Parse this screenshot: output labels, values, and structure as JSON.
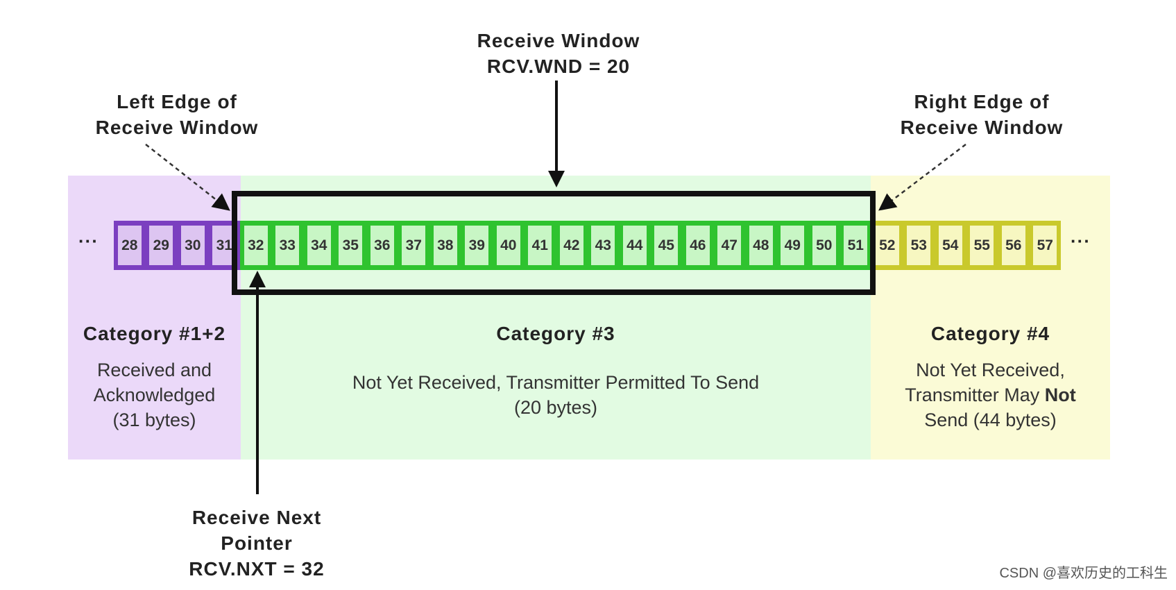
{
  "receive_window": {
    "title": "Receive Window",
    "value": "RCV.WND = 20"
  },
  "left_edge_label": {
    "line1": "Left Edge of",
    "line2": "Receive Window"
  },
  "right_edge_label": {
    "line1": "Right Edge of",
    "line2": "Receive Window"
  },
  "receive_next_pointer": {
    "line1": "Receive Next",
    "line2": "Pointer",
    "line3": "RCV.NXT = 32"
  },
  "ellipsis_left": "···",
  "ellipsis_right": "···",
  "bytes": [
    {
      "n": "28",
      "cat": "c12"
    },
    {
      "n": "29",
      "cat": "c12"
    },
    {
      "n": "30",
      "cat": "c12"
    },
    {
      "n": "31",
      "cat": "c12"
    },
    {
      "n": "32",
      "cat": "c3"
    },
    {
      "n": "33",
      "cat": "c3"
    },
    {
      "n": "34",
      "cat": "c3"
    },
    {
      "n": "35",
      "cat": "c3"
    },
    {
      "n": "36",
      "cat": "c3"
    },
    {
      "n": "37",
      "cat": "c3"
    },
    {
      "n": "38",
      "cat": "c3"
    },
    {
      "n": "39",
      "cat": "c3"
    },
    {
      "n": "40",
      "cat": "c3"
    },
    {
      "n": "41",
      "cat": "c3"
    },
    {
      "n": "42",
      "cat": "c3"
    },
    {
      "n": "43",
      "cat": "c3"
    },
    {
      "n": "44",
      "cat": "c3"
    },
    {
      "n": "45",
      "cat": "c3"
    },
    {
      "n": "46",
      "cat": "c3"
    },
    {
      "n": "47",
      "cat": "c3"
    },
    {
      "n": "48",
      "cat": "c3"
    },
    {
      "n": "49",
      "cat": "c3"
    },
    {
      "n": "50",
      "cat": "c3"
    },
    {
      "n": "51",
      "cat": "c3"
    },
    {
      "n": "52",
      "cat": "c4"
    },
    {
      "n": "53",
      "cat": "c4"
    },
    {
      "n": "54",
      "cat": "c4"
    },
    {
      "n": "55",
      "cat": "c4"
    },
    {
      "n": "56",
      "cat": "c4"
    },
    {
      "n": "57",
      "cat": "c4"
    }
  ],
  "categories": {
    "cat12": {
      "title": "Category #1+2",
      "line1": "Received and",
      "line2": "Acknowledged",
      "line3": "(31 bytes)"
    },
    "cat3": {
      "title": "Category #3",
      "line1": "Not Yet Received, Transmitter Permitted To Send",
      "line2": "(20 bytes)"
    },
    "cat4": {
      "title": "Category #4",
      "line1": "Not Yet Received,",
      "line2_pre": "Transmitter May ",
      "line2_bold": "Not",
      "line3": "Send (44 bytes)"
    }
  },
  "colors": {
    "cat12_bg": "#ebd9f9",
    "cat12_border": "#7b3fc0",
    "cat3_bg": "#e2fbe2",
    "cat3_border": "#2fc32f",
    "cat4_bg": "#fbfbd6",
    "cat4_border": "#c9c92c",
    "window_frame": "#111111"
  },
  "watermark": "CSDN @喜欢历史的工科生"
}
